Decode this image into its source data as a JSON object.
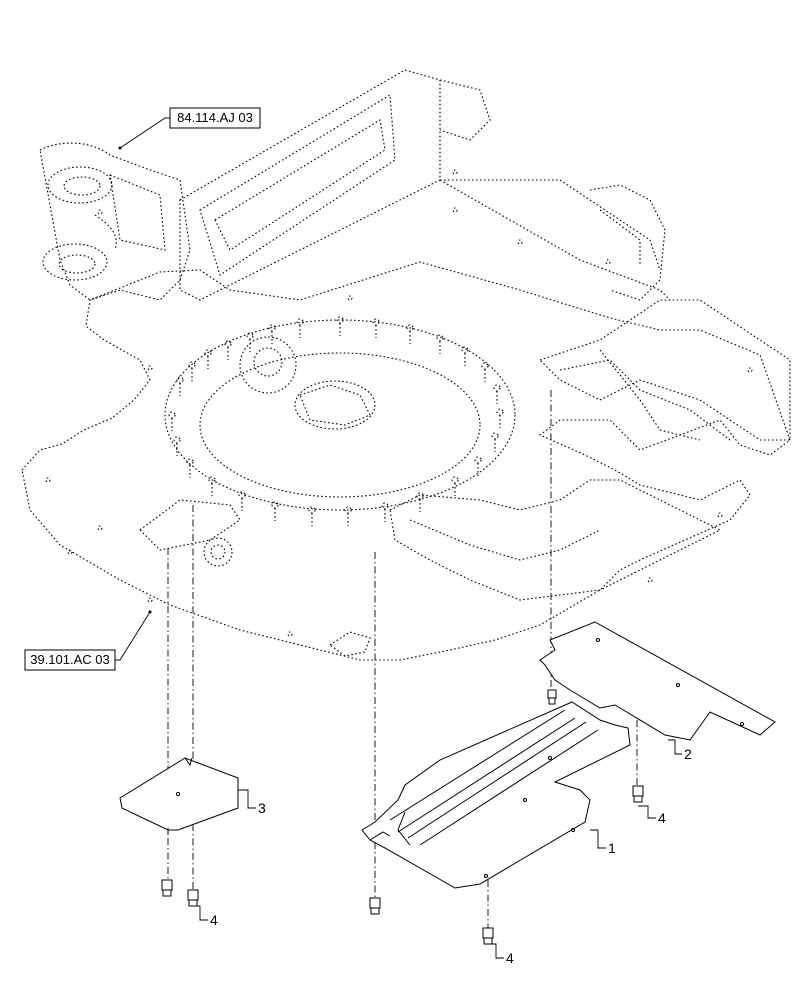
{
  "references": [
    {
      "id": "ref-upper",
      "text": "84.114.AJ 03"
    },
    {
      "id": "ref-lower",
      "text": "39.101.AC 03"
    }
  ],
  "callouts": [
    {
      "id": "callout-1",
      "text": "1"
    },
    {
      "id": "callout-2",
      "text": "2"
    },
    {
      "id": "callout-3",
      "text": "3"
    },
    {
      "id": "callout-4a",
      "text": "4"
    },
    {
      "id": "callout-4b",
      "text": "4"
    },
    {
      "id": "callout-4c",
      "text": "4"
    }
  ]
}
